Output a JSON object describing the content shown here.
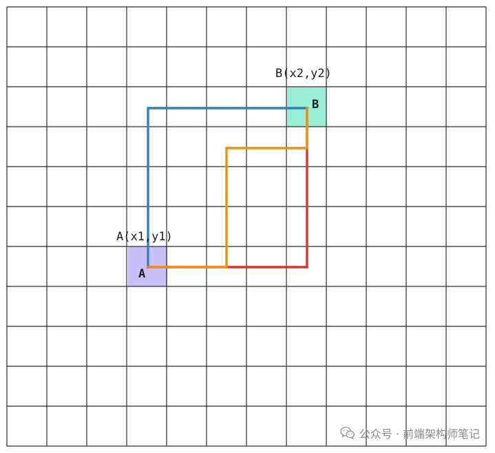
{
  "diagram": {
    "grid": {
      "columns": 12,
      "rows": 11
    },
    "points": [
      {
        "id": "A",
        "label": "A(x1,y1)",
        "letter": "A",
        "color": "#c9c0fb"
      },
      {
        "id": "B",
        "label": "B(x2,y2)",
        "letter": "B",
        "color": "#99efd6"
      }
    ],
    "paths": [
      {
        "name": "blue-path",
        "color": "#2e7ec9"
      },
      {
        "name": "red-path",
        "color": "#e0302b"
      },
      {
        "name": "orange-path",
        "color": "#f0900d"
      }
    ]
  },
  "watermark": {
    "icon": "wechat-icon",
    "text": "公众号 · 前端架构师笔记"
  }
}
